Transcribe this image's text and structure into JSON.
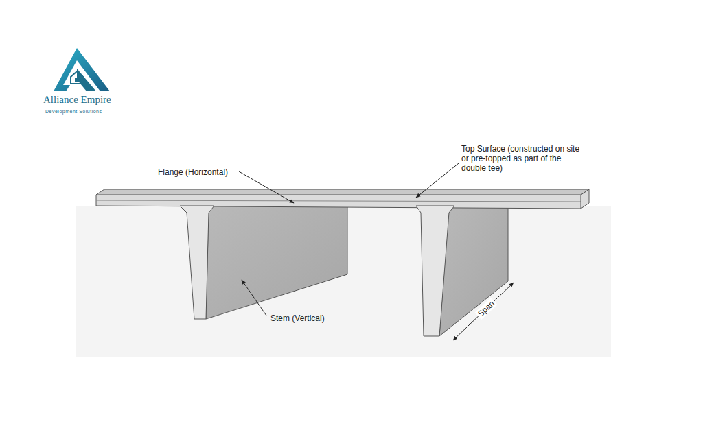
{
  "diagram": {
    "labels": [
      "Alliance Empire",
      "Development Solutions",
      "Flange (Horizontal)",
      "Top Surface (constructed on site or pre-topped as part of the double tee)",
      "Stem (Vertical)",
      "Span"
    ]
  }
}
